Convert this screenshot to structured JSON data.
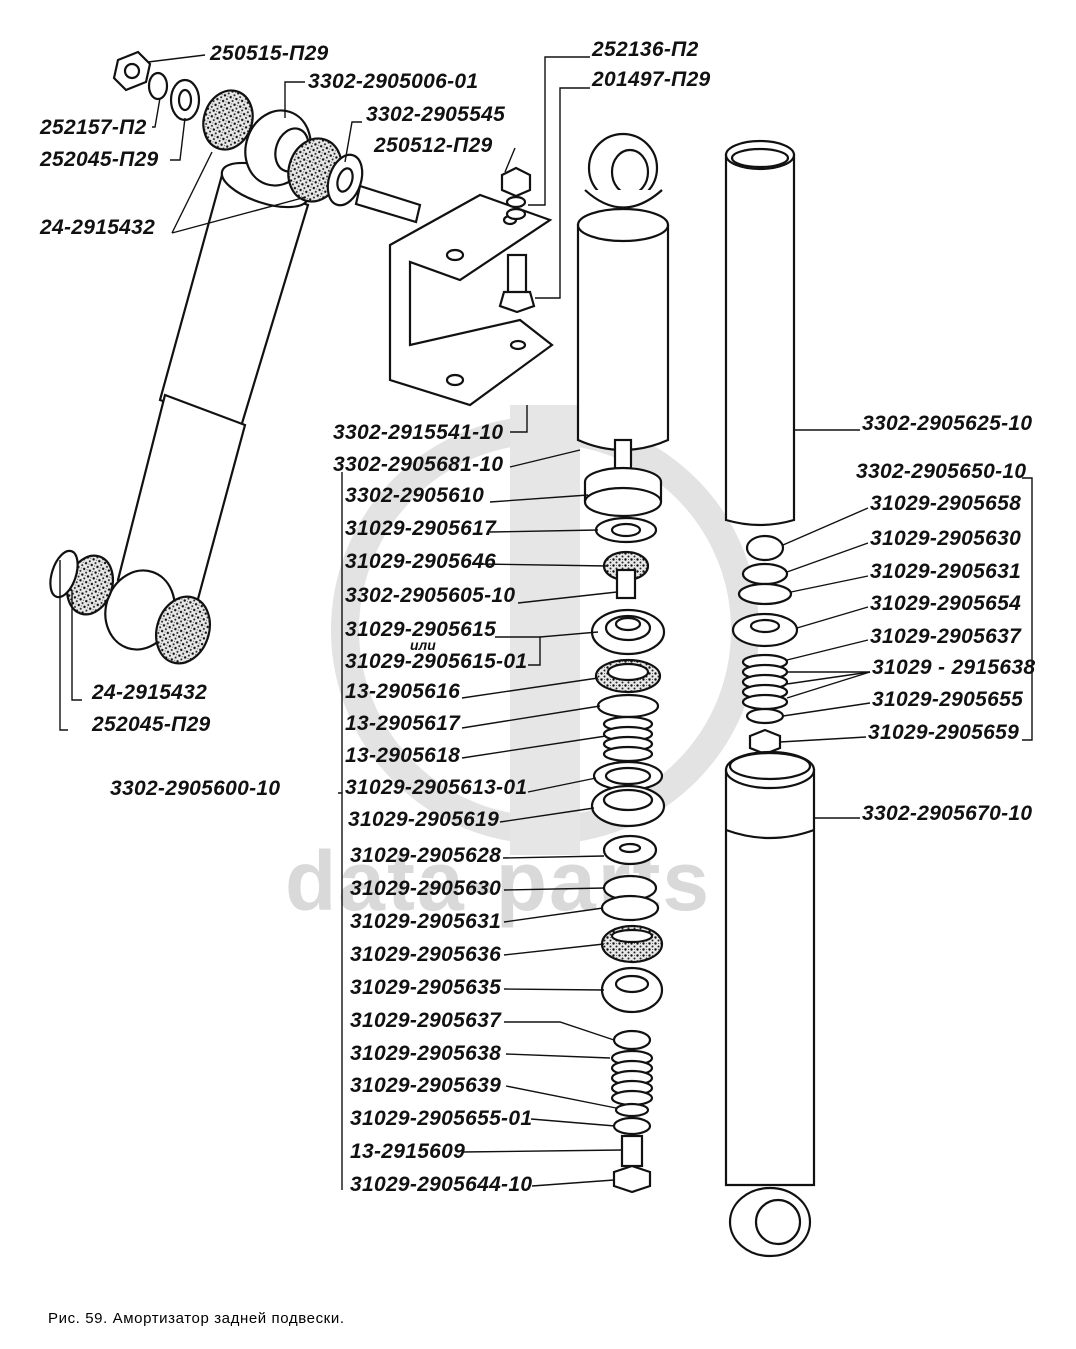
{
  "watermark": {
    "text": "data-parts"
  },
  "caption": "Рис. 59. Амортизатор задней подвески.",
  "labels": {
    "l250515": "250515-П29",
    "l3302_2905006": "3302-2905006-01",
    "l3302_2905545": "3302-2905545",
    "l252157": "252157-П2",
    "l252045_top": "252045-П29",
    "l24_2915432_top": "24-2915432",
    "l250512": "250512-П29",
    "l252136": "252136-П2",
    "l201497": "201497-П29",
    "l24_2915432_bot": "24-2915432",
    "l252045_bot": "252045-П29",
    "l3302_2915541": "3302-2915541-10",
    "l3302_2905681": "3302-2905681-10",
    "l3302_2905610": "3302-2905610",
    "l31029_2905617": "31029-2905617",
    "l31029_2905646": "31029-2905646",
    "l3302_2905605": "3302-2905605-10",
    "l31029_2905615": "31029-2905615",
    "ili": "или",
    "l31029_2905615_01": "31029-2905615-01",
    "l13_2905616": "13-2905616",
    "l13_2905617": "13-2905617",
    "l13_2905618": "13-2905618",
    "l31029_2905613": "31029-2905613-01",
    "l31029_2905619": "31029-2905619",
    "l3302_2905600": "3302-2905600-10",
    "l31029_2905628": "31029-2905628",
    "l31029_2905630_c": "31029-2905630",
    "l31029_2905631_c": "31029-2905631",
    "l31029_2905636": "31029-2905636",
    "l31029_2905635": "31029-2905635",
    "l31029_2905637_c": "31029-2905637",
    "l31029_2905638": "31029-2905638",
    "l31029_2905639": "31029-2905639",
    "l31029_2905655_01": "31029-2905655-01",
    "l13_2915609": "13-2915609",
    "l31029_2905644": "31029-2905644-10",
    "l3302_2905625": "3302-2905625-10",
    "l3302_2905650": "3302-2905650-10",
    "l31029_2905658": "31029-2905658",
    "l31029_2905630_r": "31029-2905630",
    "l31029_2905631_r": "31029-2905631",
    "l31029_2905654": "31029-2905654",
    "l31029_2905637_r": "31029-2905637",
    "l31029_2915638": "31029 - 2915638",
    "l31029_2905655": "31029-2905655",
    "l31029_2905659": "31029-2905659",
    "l3302_2905670": "3302-2905670-10"
  }
}
